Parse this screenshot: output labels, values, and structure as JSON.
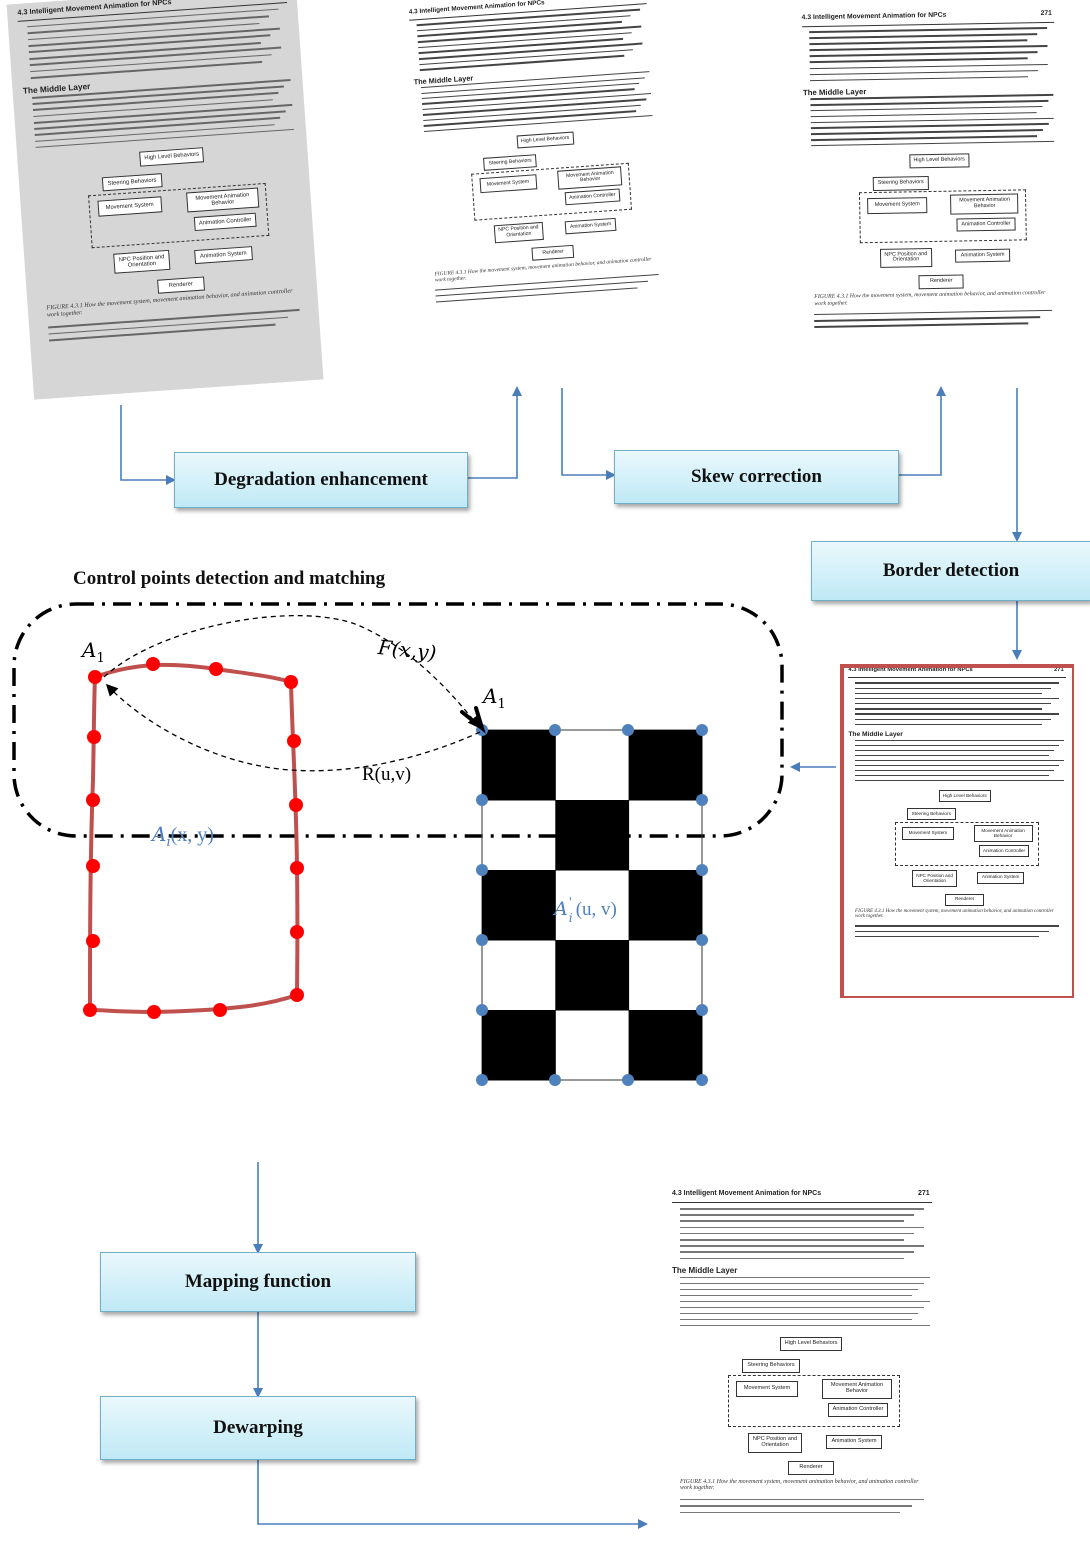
{
  "steps": {
    "degradation": "Degradation enhancement",
    "skew": "Skew correction",
    "border": "Border detection",
    "mapping": "Mapping function",
    "dewarping": "Dewarping"
  },
  "section_title": "Control points detection and matching",
  "labels": {
    "a1_left": "A",
    "a1_right": "A",
    "a1_sub": "1",
    "f_label": "F(x,y)",
    "r_label": "R(u,v)",
    "ai_left_A": "A",
    "ai_left_sub": "i",
    "ai_left_rest": "(x, y)",
    "ai_right_A": "A",
    "ai_right_sub": "i",
    "ai_right_sup": "'",
    "ai_right_rest": "(u, v)"
  },
  "document": {
    "header": "4.3 Intelligent Movement Animation for NPCs",
    "page_number": "271",
    "section": "The Middle Layer",
    "fig_boxes": {
      "high_level": "High Level Behaviors",
      "steering": "Steering Behaviors",
      "movement_system": "Movement System",
      "movement_anim": "Movement Animation Behavior",
      "anim_controller": "Animation Controller",
      "npc_position": "NPC Position and Orientation",
      "anim_system": "Animation System",
      "renderer": "Renderer"
    },
    "figure_caption": "FIGURE 4.3.1 How the movement system, movement animation behavior, and animation controller work together."
  },
  "colors": {
    "arrow": "#4a7ebb",
    "red_outline": "#c0504d",
    "red_point": "#ff0000",
    "blue_point": "#4f81bd"
  }
}
